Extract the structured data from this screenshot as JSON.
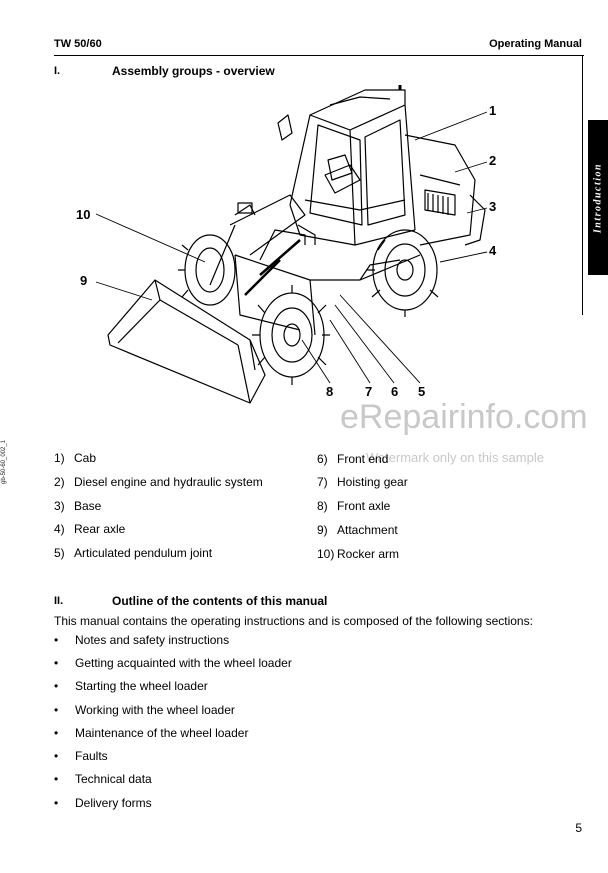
{
  "header": {
    "model": "TW 50/60",
    "manual": "Operating Manual"
  },
  "side_tab": {
    "label": "Introduction"
  },
  "doc_code": "gb-50-60_002_1",
  "section1": {
    "number": "I.",
    "title": "Assembly groups - overview"
  },
  "figure": {
    "callouts": [
      "1",
      "2",
      "3",
      "4",
      "5",
      "6",
      "7",
      "8",
      "9",
      "10"
    ]
  },
  "legend": [
    {
      "num": "1)",
      "label": "Cab"
    },
    {
      "num": "2)",
      "label": "Diesel engine and hydraulic system"
    },
    {
      "num": "3)",
      "label": "Base"
    },
    {
      "num": "4)",
      "label": "Rear axle"
    },
    {
      "num": "5)",
      "label": "Articulated pendulum joint"
    },
    {
      "num": "6)",
      "label": "Front end"
    },
    {
      "num": "7)",
      "label": "Hoisting gear"
    },
    {
      "num": "8)",
      "label": "Front axle"
    },
    {
      "num": "9)",
      "label": "Attachment"
    },
    {
      "num": "10)",
      "label": "Rocker arm"
    }
  ],
  "watermark": {
    "site": "eRepairinfo.com",
    "note": "Watermark only on this sample"
  },
  "section2": {
    "number": "II.",
    "title": "Outline of the contents of this manual",
    "intro": "This manual contains the operating instructions and is composed of the following sections:",
    "bullet_glyph": "•",
    "items": [
      "Notes and safety instructions",
      "Getting acquainted  with the wheel loader",
      "Starting the wheel loader",
      "Working with the wheel loader",
      "Maintenance of the wheel loader",
      "Faults",
      "Technical data",
      "Delivery forms"
    ]
  },
  "page_number": "5"
}
